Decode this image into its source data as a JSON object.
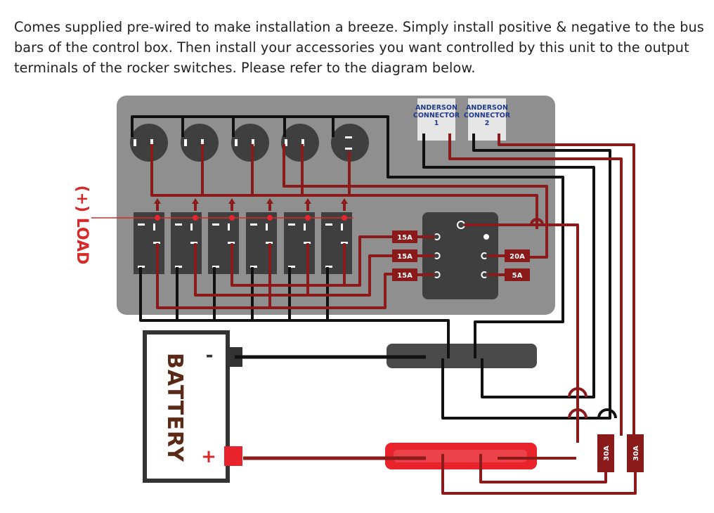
{
  "intro": {
    "text": "Comes supplied pre-wired to make installation a breeze. Simply install positive & negative to the bus bars of the control box. Then install your accessories you want controlled by this unit to the output terminals of the rocker switches. Please refer to the diagram below."
  },
  "diagram": {
    "load_label": "(+) LOAD",
    "battery_label": "BATTERY",
    "battery_neg": "-",
    "battery_pos": "+",
    "anderson": [
      {
        "l1": "ANDERSON",
        "l2": "CONNECTOR",
        "l3": "1"
      },
      {
        "l1": "ANDERSON",
        "l2": "CONNECTOR",
        "l3": "2"
      }
    ],
    "fuses_left": [
      "15A",
      "15A",
      "15A"
    ],
    "fuses_right": [
      "20A",
      "5A"
    ],
    "fuses_inline": [
      "30A",
      "30A"
    ],
    "colors": {
      "panel": "#8f8f8f",
      "dark": "#3f3f3f",
      "red_wire": "#8b1a1a",
      "red_text": "#d62a2a",
      "bright_red": "#e8232b",
      "black_wire": "#111111",
      "anderson_text": "#1f3a8a"
    }
  }
}
